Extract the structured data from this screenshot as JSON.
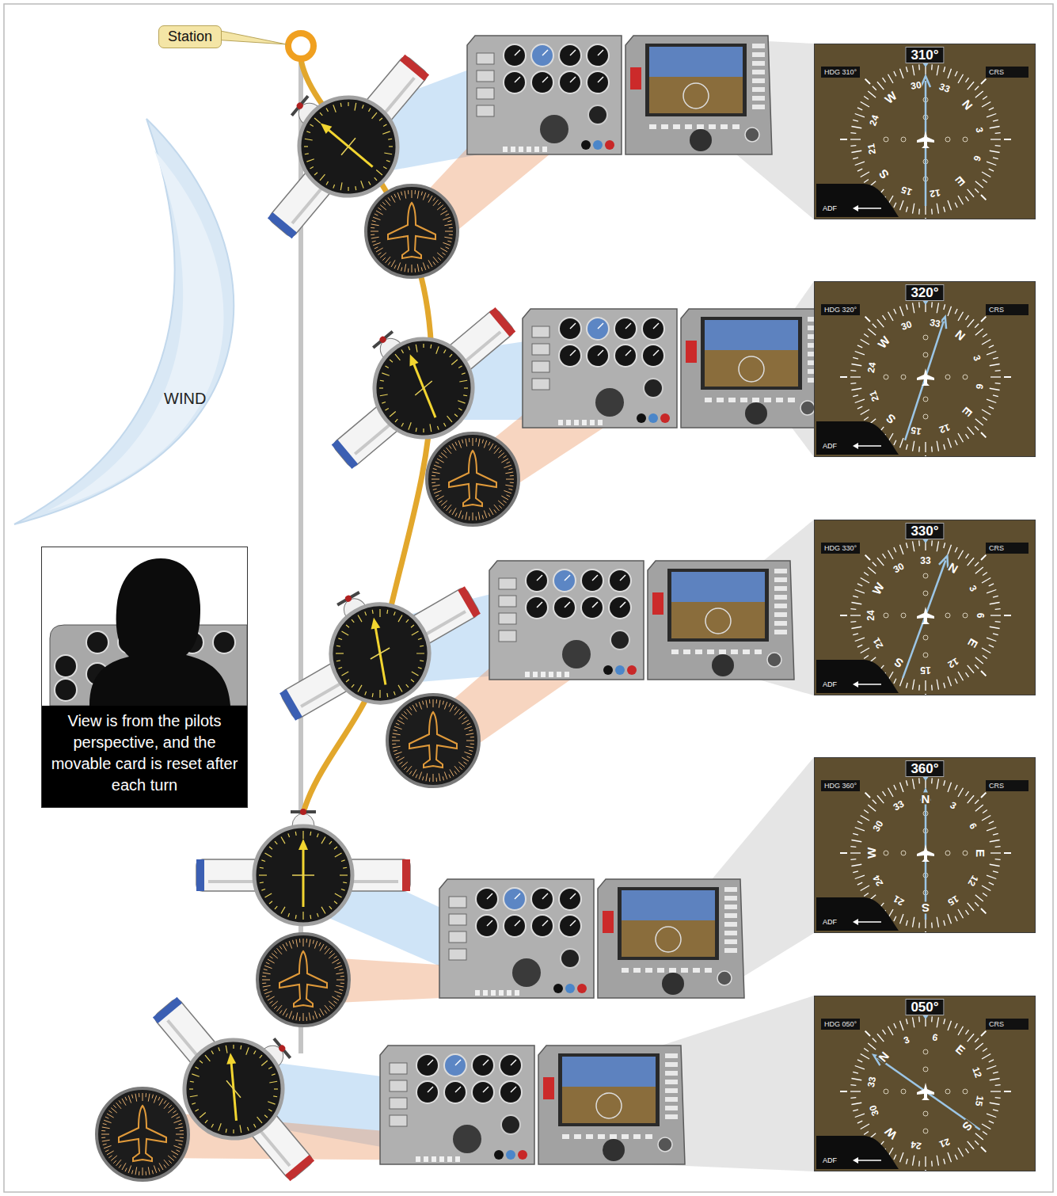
{
  "diagram": {
    "nodes": [
      {
        "text": [
          "Station"
        ]
      },
      {
        "text": [
          "View is from the pilots perspective, and the movable card is reset after each turn"
        ]
      },
      {
        "text": [
          "310°",
          "HDG 310°",
          "CRS",
          "ADF"
        ]
      },
      {
        "text": [
          "320°",
          "HDG 320°",
          "CRS",
          "ADF"
        ]
      },
      {
        "text": [
          "330°",
          "HDG 330°",
          "CRS",
          "ADF"
        ]
      },
      {
        "text": [
          "360°",
          "HDG 360°",
          "CRS",
          "ADF"
        ]
      },
      {
        "text": [
          "050°",
          "HDG 050°",
          "CRS",
          "ADF"
        ]
      }
    ],
    "labels": [
      "WIND",
      "N",
      "3",
      "6",
      "E",
      "12",
      "15",
      "S",
      "21",
      "24",
      "W",
      "30",
      "33",
      "N",
      "3",
      "6",
      "E",
      "12",
      "15",
      "S",
      "21",
      "24",
      "W",
      "30",
      "33",
      "N",
      "3",
      "6",
      "E",
      "12",
      "15",
      "S",
      "21",
      "24",
      "W",
      "30",
      "33",
      "N",
      "3",
      "6",
      "E",
      "12",
      "15",
      "S",
      "21",
      "24",
      "W",
      "30",
      "33",
      "N",
      "3",
      "6",
      "E",
      "12",
      "15",
      "S",
      "21",
      "24",
      "W",
      "30",
      "33"
    ]
  }
}
